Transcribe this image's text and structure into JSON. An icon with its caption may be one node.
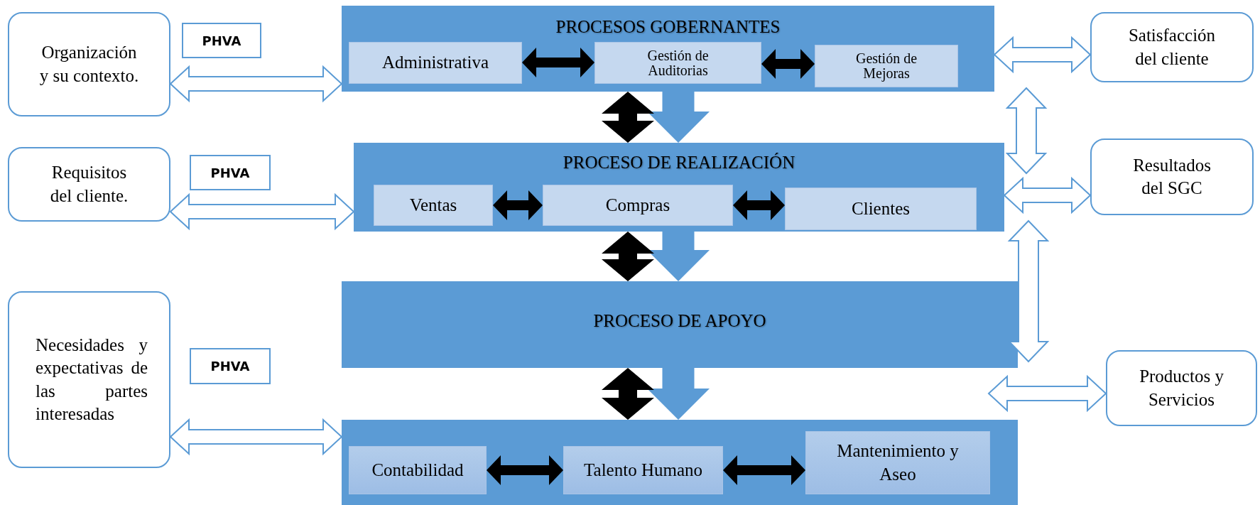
{
  "diagram": {
    "nodes": [
      {
        "text": [
          "Organización y su contexto."
        ]
      },
      {
        "text": [
          "PHVA"
        ]
      },
      {
        "text": [
          "Requisitos del cliente."
        ]
      },
      {
        "text": [
          "PHVA"
        ]
      },
      {
        "text": [
          "Necesidades y expectativas de las partes interesadas"
        ]
      },
      {
        "text": [
          "PHVA"
        ]
      },
      {
        "text": [
          "PROCESOS GOBERNANTES"
        ]
      },
      {
        "text": [
          "Administrativa"
        ],
        "in": 6
      },
      {
        "text": [
          "Gestión de Auditorias"
        ],
        "in": 6
      },
      {
        "text": [
          "Gestión de Mejoras"
        ],
        "in": 6
      },
      {
        "text": [
          "PROCESO DE REALIZACIÓN"
        ]
      },
      {
        "text": [
          "Ventas"
        ],
        "in": 10
      },
      {
        "text": [
          "Compras"
        ],
        "in": 10
      },
      {
        "text": [
          "Clientes"
        ],
        "in": 10
      },
      {
        "text": [
          "PROCESO DE APOYO"
        ]
      },
      {
        "text": [],
        "shape": "box"
      },
      {
        "text": [
          "Contabilidad"
        ],
        "in": 15
      },
      {
        "text": [
          "Talento Humano"
        ],
        "in": 15
      },
      {
        "text": [
          "Mantenimiento y Aseo"
        ],
        "in": 15
      },
      {
        "text": [
          "Satisfacción del cliente"
        ]
      },
      {
        "text": [
          "Resultados del SGC"
        ]
      },
      {
        "text": [
          "Productos y Servicios"
        ]
      }
    ],
    "edges": [
      {
        "from": 0,
        "to": 6,
        "arrow": "both",
        "color": "#5b9bd5"
      },
      {
        "from": 2,
        "to": 10,
        "arrow": "both",
        "color": "#5b9bd5"
      },
      {
        "from": 4,
        "to": 15,
        "arrow": "both",
        "color": "#5b9bd5"
      },
      {
        "from": 7,
        "to": 8,
        "arrow": "both"
      },
      {
        "from": 8,
        "to": 9,
        "arrow": "both"
      },
      {
        "from": 6,
        "to": 19,
        "arrow": "both",
        "color": "#5b9bd5"
      },
      {
        "from": 6,
        "to": 10,
        "arrow": "both"
      },
      {
        "from": 6,
        "to": 10,
        "arrow": "to",
        "style": "thick",
        "color": "#5b9bd5"
      },
      {
        "from": 11,
        "to": 12,
        "arrow": "both"
      },
      {
        "from": 12,
        "to": 13,
        "arrow": "both"
      },
      {
        "from": 10,
        "to": 20,
        "arrow": "both",
        "color": "#5b9bd5"
      },
      {
        "from": 10,
        "to": 14,
        "arrow": "both"
      },
      {
        "from": 10,
        "to": 14,
        "arrow": "to",
        "style": "thick",
        "color": "#5b9bd5"
      },
      {
        "from": null,
        "to": 21,
        "arrow": "both",
        "color": "#5b9bd5"
      },
      {
        "from": 14,
        "to": 15,
        "arrow": "both"
      },
      {
        "from": 14,
        "to": 15,
        "arrow": "to",
        "style": "thick",
        "color": "#5b9bd5"
      },
      {
        "from": 16,
        "to": 17,
        "arrow": "both"
      },
      {
        "from": 17,
        "to": 18,
        "arrow": "both"
      }
    ]
  }
}
